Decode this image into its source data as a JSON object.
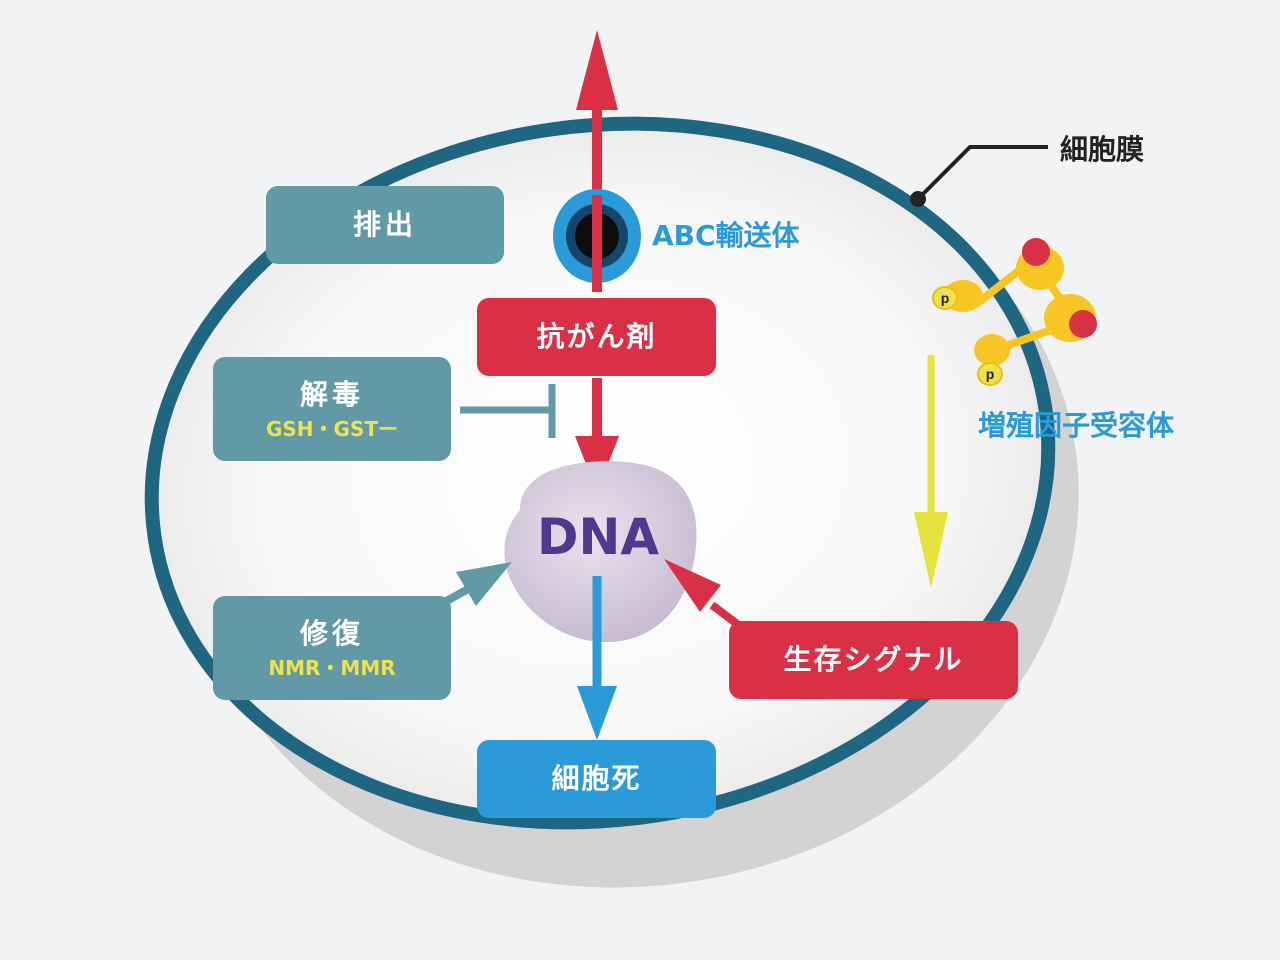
{
  "membrane_label": "細胞膜",
  "transporter_label": "ABC輸送体",
  "receptor_label": "増殖因子受容体",
  "receptor_p1": "p",
  "receptor_p2": "p",
  "excretion": "排出",
  "anticancer": "抗がん剤",
  "detox": {
    "title": "解毒",
    "sub": "GSH・GSTー"
  },
  "dna": "DNA",
  "repair": {
    "title": "修復",
    "sub": "NMR・MMR"
  },
  "survival": "生存シグナル",
  "cell_death": "細胞死",
  "colors": {
    "membrane": "#1e6682",
    "teal": "#6199a6",
    "red": "#d93045",
    "blue": "#2a9ad9",
    "yellow": "#e6e33c",
    "dna_text": "#4b3a8e"
  }
}
